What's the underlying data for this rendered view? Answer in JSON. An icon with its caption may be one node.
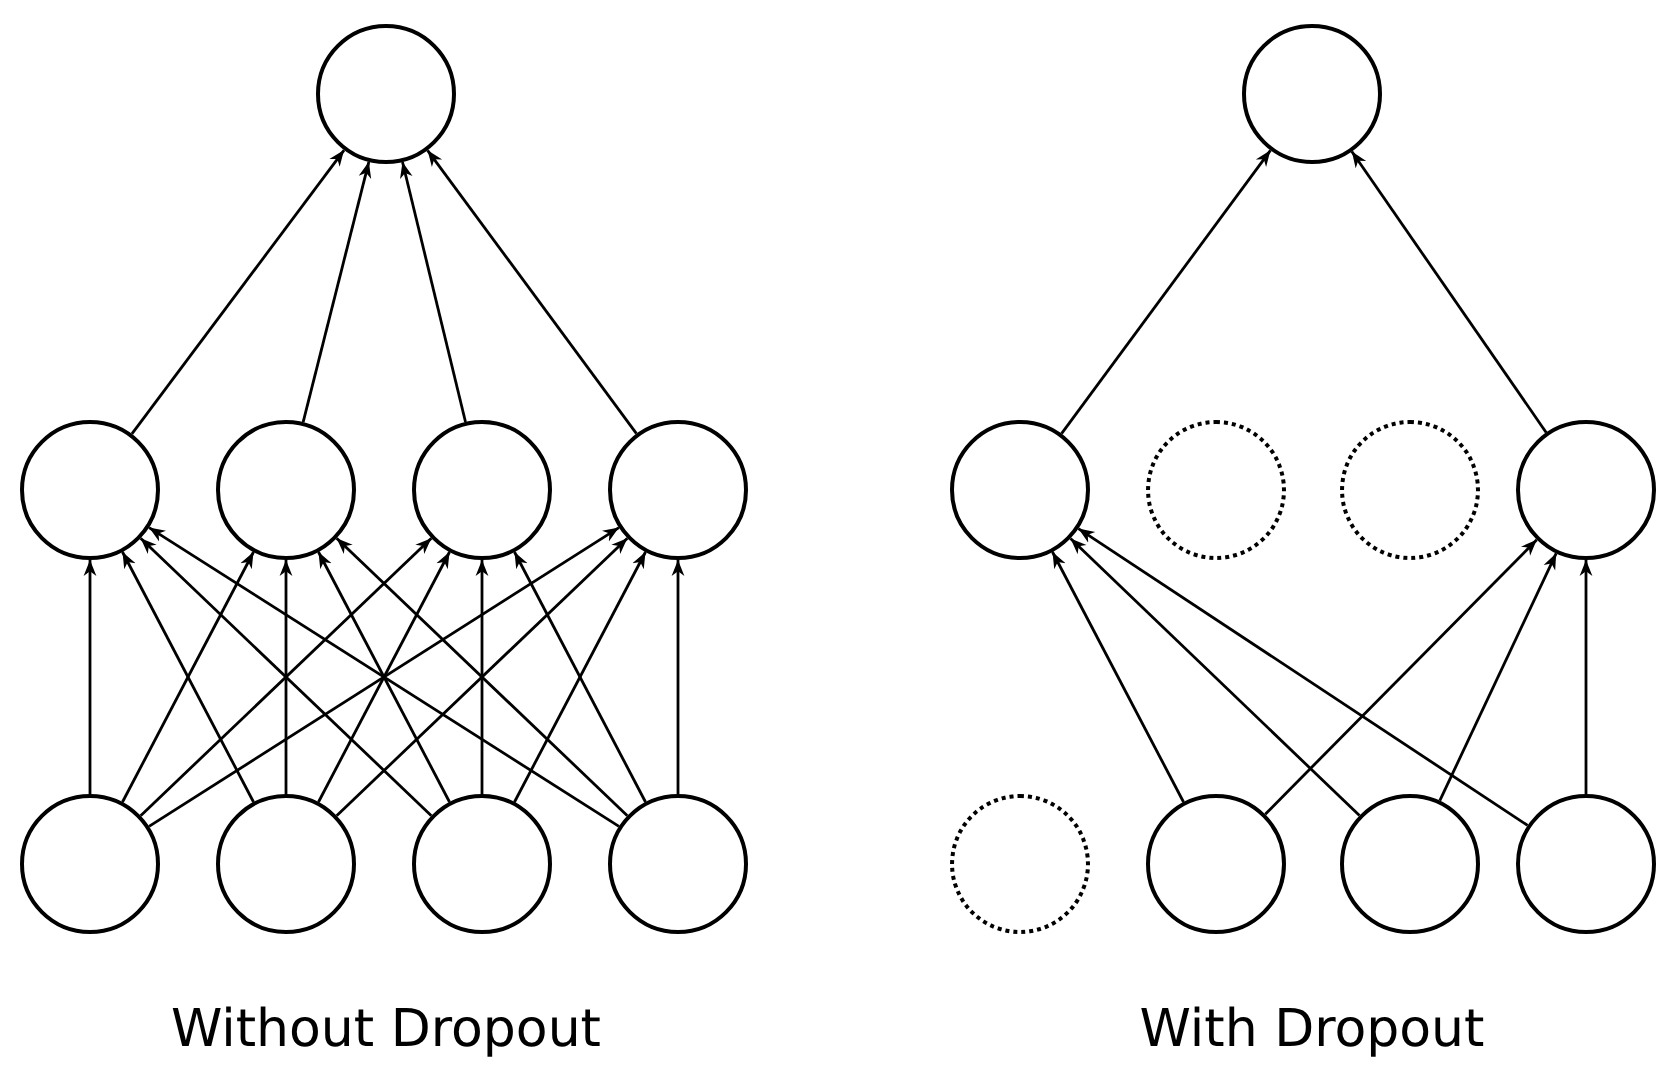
{
  "diagram": {
    "nodes": [
      {
        "text": [],
        "shape": "circle"
      },
      {
        "text": [],
        "shape": "circle"
      },
      {
        "text": [],
        "shape": "circle"
      },
      {
        "text": [],
        "shape": "circle"
      },
      {
        "text": [],
        "shape": "circle"
      },
      {
        "text": [],
        "shape": "circle"
      },
      {
        "text": [],
        "shape": "circle"
      },
      {
        "text": [],
        "shape": "circle"
      },
      {
        "text": [],
        "shape": "circle"
      },
      {
        "text": [],
        "shape": "circle"
      },
      {
        "text": [],
        "shape": "circle"
      },
      {
        "text": [],
        "shape": "dotted-circle"
      },
      {
        "text": [],
        "shape": "dotted-circle"
      },
      {
        "text": [],
        "shape": "circle"
      },
      {
        "text": [],
        "shape": "dotted-circle"
      },
      {
        "text": [],
        "shape": "circle"
      },
      {
        "text": [],
        "shape": "circle"
      },
      {
        "text": [],
        "shape": "circle"
      }
    ],
    "edges": [
      {
        "from": 5,
        "to": 1,
        "arrow": "to"
      },
      {
        "from": 5,
        "to": 2,
        "arrow": "to"
      },
      {
        "from": 5,
        "to": 3,
        "arrow": "to"
      },
      {
        "from": 5,
        "to": 4,
        "arrow": "to"
      },
      {
        "from": 6,
        "to": 1,
        "arrow": "to"
      },
      {
        "from": 6,
        "to": 2,
        "arrow": "to"
      },
      {
        "from": 6,
        "to": 3,
        "arrow": "to"
      },
      {
        "from": 6,
        "to": 4,
        "arrow": "to"
      },
      {
        "from": 7,
        "to": 1,
        "arrow": "to"
      },
      {
        "from": 7,
        "to": 2,
        "arrow": "to"
      },
      {
        "from": 7,
        "to": 3,
        "arrow": "to"
      },
      {
        "from": 7,
        "to": 4,
        "arrow": "to"
      },
      {
        "from": 8,
        "to": 1,
        "arrow": "to"
      },
      {
        "from": 8,
        "to": 2,
        "arrow": "to"
      },
      {
        "from": 8,
        "to": 3,
        "arrow": "to"
      },
      {
        "from": 8,
        "to": 4,
        "arrow": "to"
      },
      {
        "from": 1,
        "to": 0,
        "arrow": "to"
      },
      {
        "from": 2,
        "to": 0,
        "arrow": "to"
      },
      {
        "from": 3,
        "to": 0,
        "arrow": "to"
      },
      {
        "from": 4,
        "to": 0,
        "arrow": "to"
      },
      {
        "from": 15,
        "to": 10,
        "arrow": "to"
      },
      {
        "from": 15,
        "to": 13,
        "arrow": "to"
      },
      {
        "from": 16,
        "to": 10,
        "arrow": "to"
      },
      {
        "from": 16,
        "to": 13,
        "arrow": "to"
      },
      {
        "from": 17,
        "to": 10,
        "arrow": "to"
      },
      {
        "from": 17,
        "to": 13,
        "arrow": "to"
      },
      {
        "from": 10,
        "to": 9,
        "arrow": "to"
      },
      {
        "from": 13,
        "to": 9,
        "arrow": "to"
      }
    ],
    "labels": [
      "Without Dropout",
      "With Dropout"
    ]
  }
}
